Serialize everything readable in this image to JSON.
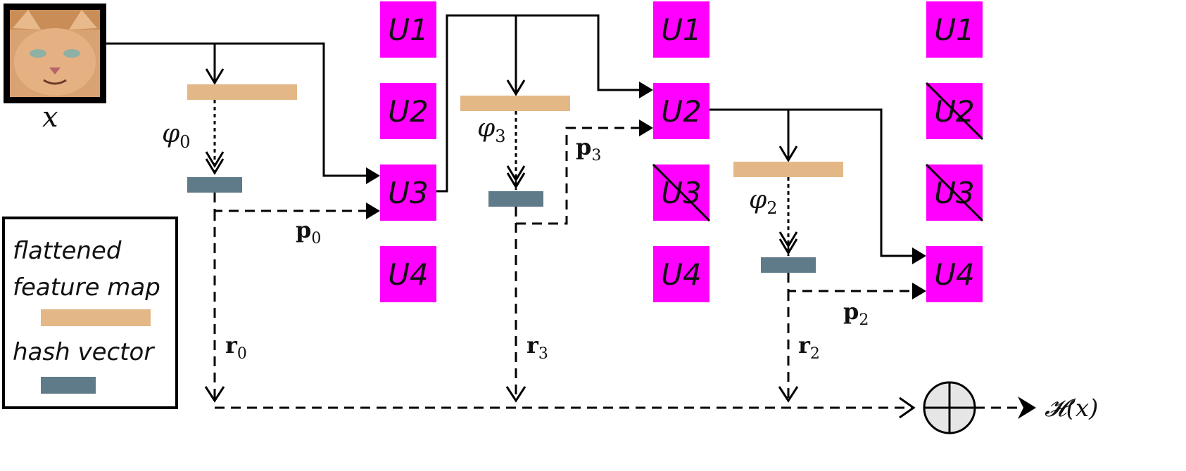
{
  "input": {
    "label": "x"
  },
  "unit_labels": [
    "U1",
    "U2",
    "U3",
    "U4"
  ],
  "stages": [
    {
      "phi": "0",
      "p": "0",
      "r": "0"
    },
    {
      "phi": "3",
      "p": "3",
      "r": "3"
    },
    {
      "phi": "2",
      "p": "2",
      "r": "2"
    }
  ],
  "symbols": {
    "phi": "φ",
    "p": "p",
    "r": "r"
  },
  "legend": {
    "line1": "flattened",
    "line2": "feature map",
    "line3": "hash vector"
  },
  "output": {
    "label": "𝓗(x)"
  },
  "colors": {
    "unit": "#ff00ff",
    "feature_map": "#e3b886",
    "hash_vector": "#5f7a88",
    "combine_fill": "#e6e6e6"
  }
}
